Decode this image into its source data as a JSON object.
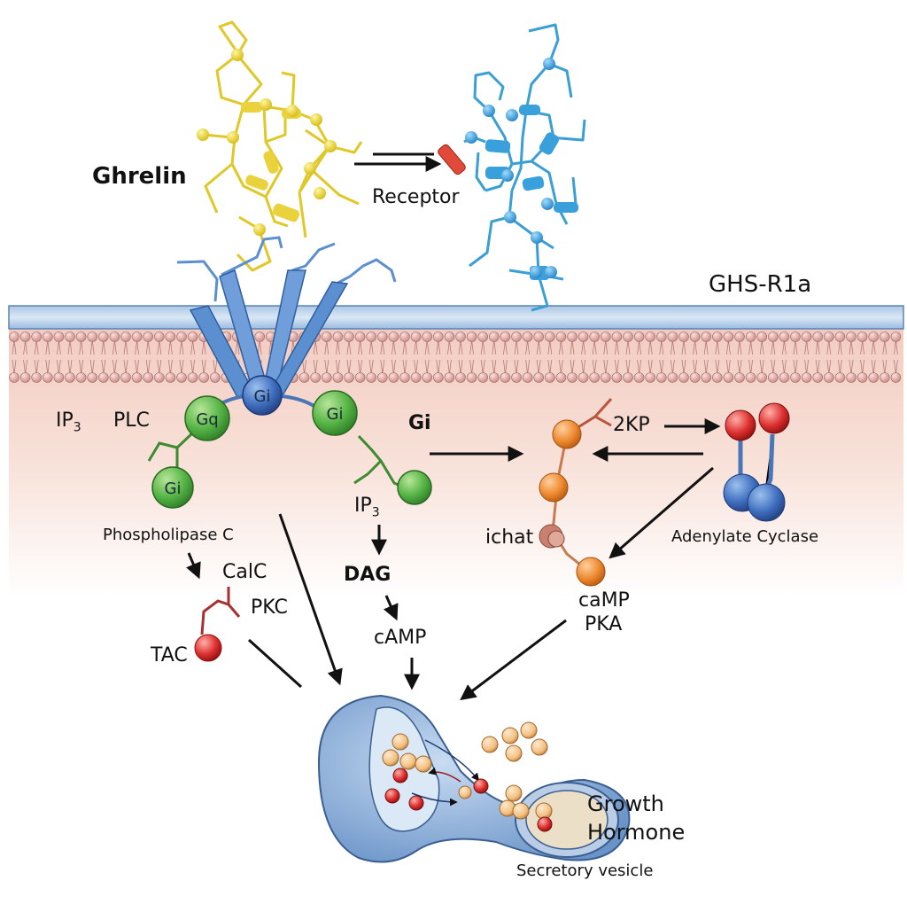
{
  "title_labels": {
    "ligand": "Ghrelin",
    "binding_arrow_label": "Receptor",
    "receptor": "GHS-R1a"
  },
  "g_proteins": {
    "central": "Gi",
    "left": "Gq",
    "left_lower": "Gi",
    "right": "Gi"
  },
  "left_pathway": {
    "ip3": "IP",
    "ip3_sub": "3",
    "plc": "PLC",
    "phospholipase": "Phospholipase C",
    "calc": "CalC",
    "pkc": "PKC",
    "tac": "TAC"
  },
  "middle_pathway": {
    "ip3": "IP",
    "ip3_sub": "3",
    "dag": "DAG",
    "camp": "cAMP"
  },
  "right_pathway": {
    "gi": "Gi",
    "twokp": "2KP",
    "ichat": "ichat",
    "adenylate_cyclase": "Adenylate Cyclase",
    "camp": "caMP",
    "pka": "PKA"
  },
  "vesicle": {
    "growth": "Growth",
    "hormone": "Hormone",
    "secretory": "Secretory vesicle"
  },
  "colors": {
    "ligand_yellow": "#e8d030",
    "receptor_blue": "#3a9fd4",
    "helix_blue": "#5b8fcf",
    "membrane_pink": "#e8b8b0",
    "g_green": "#4cae3c",
    "g_blue": "#3f6fbf",
    "orange": "#ee8a30",
    "red": "#d93030"
  }
}
